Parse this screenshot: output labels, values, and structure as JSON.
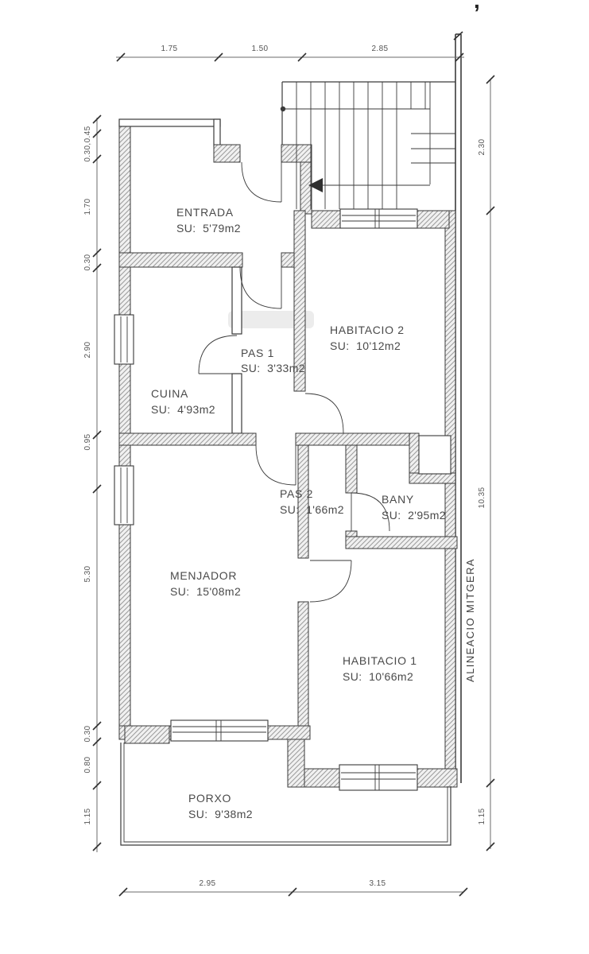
{
  "drawing": {
    "type": "floor-plan",
    "annotation": "ALINEACIO MITGERA",
    "corner_mark": ",",
    "rooms": [
      {
        "name": "ENTRADA",
        "area": "SU:  5'79m2"
      },
      {
        "name": "HABITACIO 2",
        "area": "SU:  10'12m2"
      },
      {
        "name": "PAS 1",
        "area": "SU:  3'33m2"
      },
      {
        "name": "CUINA",
        "area": "SU:  4'93m2"
      },
      {
        "name": "PAS 2",
        "area": "SU:  1'66m2"
      },
      {
        "name": "BANY",
        "area": "SU:  2'95m2"
      },
      {
        "name": "MENJADOR",
        "area": "SU:  15'08m2"
      },
      {
        "name": "HABITACIO 1",
        "area": "SU:  10'66m2"
      },
      {
        "name": "PORXO",
        "area": "SU:  9'38m2"
      }
    ],
    "dimensions": {
      "top": [
        "1.75",
        "1.50",
        "2.85"
      ],
      "bottom": [
        "2.95",
        "3.15"
      ],
      "left": [
        "0.30,0.45",
        "1.70",
        "0.30",
        "2.90",
        "0.95",
        "5.30",
        "0.30",
        "0.80",
        "1.15"
      ],
      "right": [
        "2.30",
        "10.35",
        "1.15"
      ]
    },
    "colors": {
      "line": "#3a3a3a",
      "hatch": "#9b9b9b",
      "text": "#4a4a4a"
    }
  }
}
